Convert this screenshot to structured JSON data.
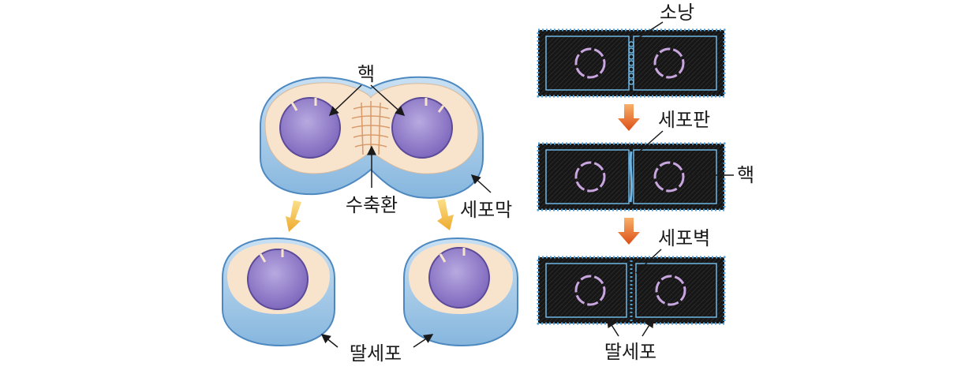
{
  "animal_cell_division": {
    "nucleus_label": "핵",
    "contractile_ring_label": "수축환",
    "cell_membrane_label": "세포막",
    "daughter_cells_label": "딸세포"
  },
  "plant_cell_division": {
    "vesicles_label": "소낭",
    "cell_plate_label": "세포판",
    "nucleus_label": "핵",
    "cell_wall_label": "세포벽",
    "daughter_cells_label": "딸세포"
  },
  "colors": {
    "cell_outer": "#a9cde9",
    "cell_outer_edge": "#4d89c0",
    "cytoplasm": "#f8e4cd",
    "nucleus": "#8f7cc4",
    "nucleus_edge": "#5b4a98",
    "arrow_yellow": "#f0b73a",
    "arrow_orange": "#e46a1f",
    "plant_cell_fill": "#151515",
    "plant_membrane": "#6fb6e4",
    "plant_wall_dots": "#4fa0d8",
    "plant_nucleus": "#c9a6e0"
  }
}
